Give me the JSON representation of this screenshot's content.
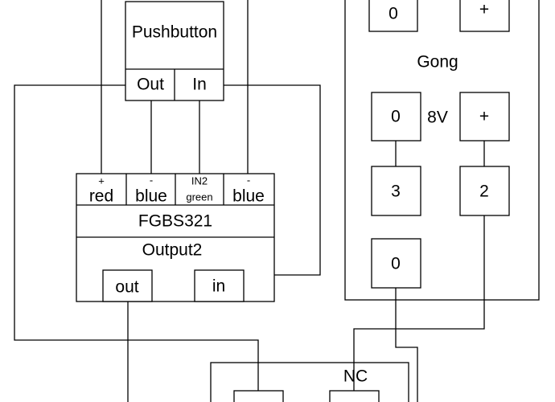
{
  "pushbutton": {
    "title": "Pushbutton",
    "out_label": "Out",
    "in_label": "In"
  },
  "fgbs": {
    "terminals": [
      {
        "top": "+",
        "bottom": "red"
      },
      {
        "top": "-",
        "bottom": "blue"
      },
      {
        "top": "IN2",
        "bottom": "green"
      },
      {
        "top": "-",
        "bottom": "blue"
      }
    ],
    "model": "FGBS321",
    "output_label": "Output2",
    "out_label": "out",
    "in_label": "in"
  },
  "gong": {
    "top_left": "0",
    "top_right": "+",
    "title": "Gong",
    "mid_left": "0",
    "voltage": "8V",
    "mid_right": "+",
    "low_left": "3",
    "low_right": "2",
    "bottom": "0"
  },
  "relay": {
    "label": "NC"
  }
}
